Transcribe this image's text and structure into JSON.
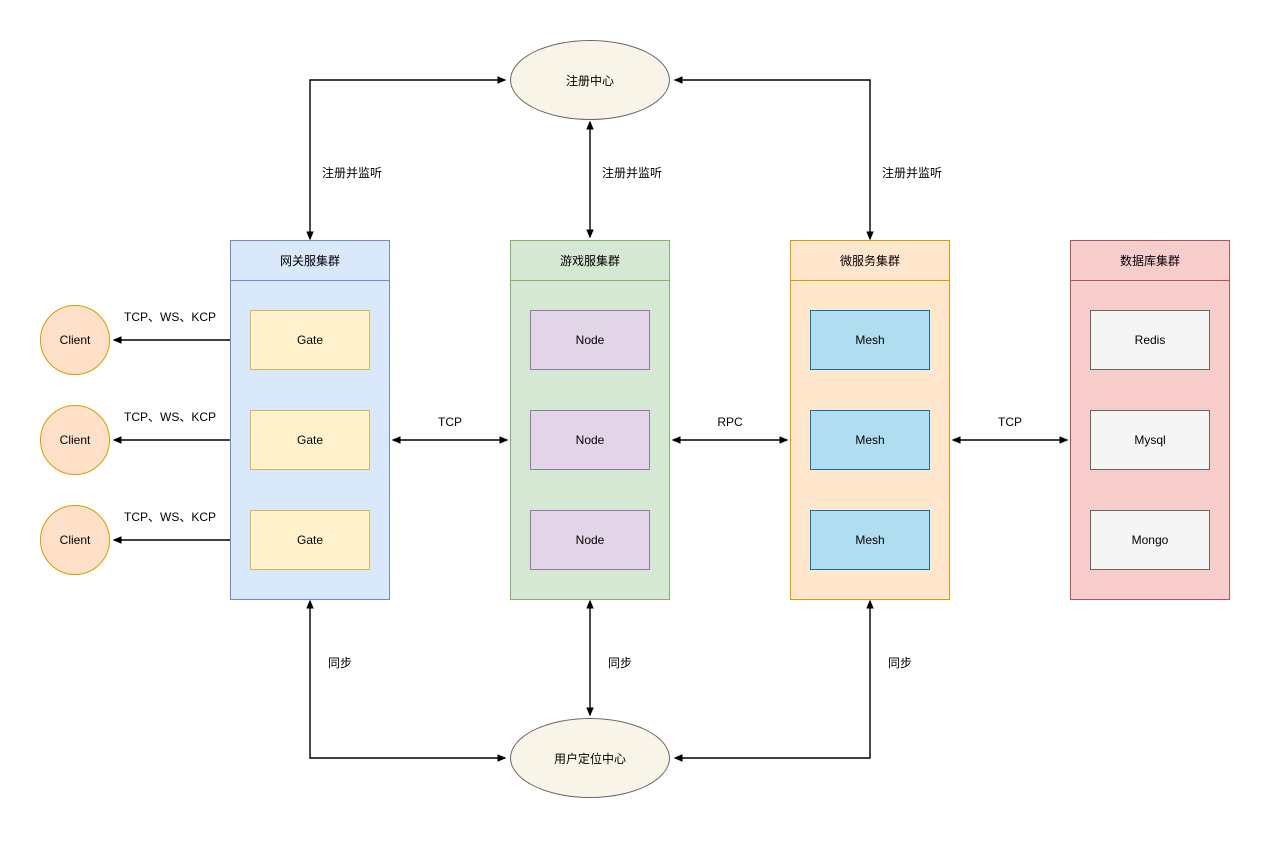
{
  "diagram": {
    "registry_center": {
      "label": "注册中心"
    },
    "location_center": {
      "label": "用户定位中心"
    },
    "clients": [
      {
        "label": "Client"
      },
      {
        "label": "Client"
      },
      {
        "label": "Client"
      }
    ],
    "clusters": [
      {
        "title": "网关服集群",
        "fill": "#dae8fc",
        "stroke": "#6c8ebf",
        "node_fill": "#fff2cc",
        "node_stroke": "#d6b656",
        "nodes": [
          "Gate",
          "Gate",
          "Gate"
        ]
      },
      {
        "title": "游戏服集群",
        "fill": "#d5e8d4",
        "stroke": "#82b366",
        "node_fill": "#e1d5e7",
        "node_stroke": "#9673a6",
        "nodes": [
          "Node",
          "Node",
          "Node"
        ]
      },
      {
        "title": "微服务集群",
        "fill": "#ffe6cc",
        "stroke": "#d79b00",
        "node_fill": "#b1ddf0",
        "node_stroke": "#10739e",
        "nodes": [
          "Mesh",
          "Mesh",
          "Mesh"
        ]
      },
      {
        "title": "数据库集群",
        "fill": "#f8cecc",
        "stroke": "#b85450",
        "node_fill": "#f5f5f5",
        "node_stroke": "#666666",
        "nodes": [
          "Redis",
          "Mysql",
          "Mongo"
        ]
      }
    ],
    "edges": {
      "registry": [
        {
          "from": "网关服集群",
          "to": "注册中心",
          "label": "注册并监听"
        },
        {
          "from": "游戏服集群",
          "to": "注册中心",
          "label": "注册并监听"
        },
        {
          "from": "微服务集群",
          "to": "注册中心",
          "label": "注册并监听"
        }
      ],
      "sync": [
        {
          "from": "网关服集群",
          "to": "用户定位中心",
          "label": "同步"
        },
        {
          "from": "游戏服集群",
          "to": "用户定位中心",
          "label": "同步"
        },
        {
          "from": "微服务集群",
          "to": "用户定位中心",
          "label": "同步"
        }
      ],
      "clients": [
        {
          "from": "Client",
          "to": "Gate",
          "label": "TCP、WS、KCP"
        },
        {
          "from": "Client",
          "to": "Gate",
          "label": "TCP、WS、KCP"
        },
        {
          "from": "Client",
          "to": "Gate",
          "label": "TCP、WS、KCP"
        }
      ],
      "cluster_links": [
        {
          "from": "网关服集群",
          "to": "游戏服集群",
          "label": "TCP"
        },
        {
          "from": "游戏服集群",
          "to": "微服务集群",
          "label": "RPC"
        },
        {
          "from": "微服务集群",
          "to": "数据库集群",
          "label": "TCP"
        }
      ]
    },
    "colors": {
      "center_fill": "#f8f4e8",
      "center_stroke": "#666666",
      "client_fill": "#ffe0c8",
      "client_stroke": "#d79b00",
      "line_color": "#000000"
    }
  }
}
